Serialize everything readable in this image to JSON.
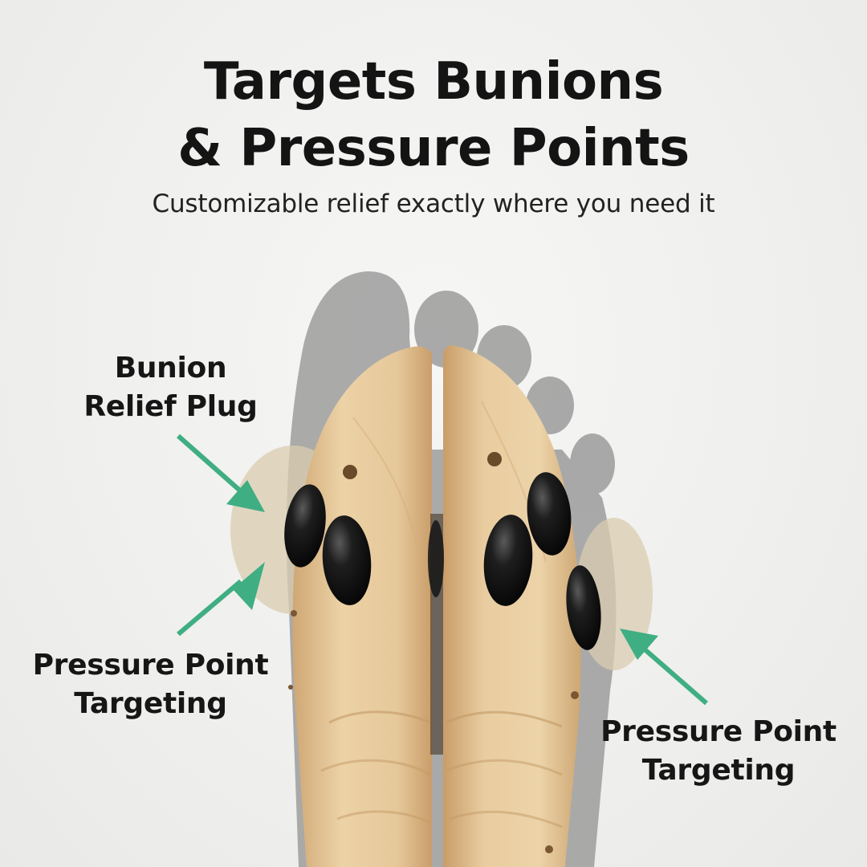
{
  "headline": {
    "line1": "Targets Bunions",
    "line2": "& Pressure Points"
  },
  "subtitle": "Customizable relief exactly where you need it",
  "callouts": {
    "bunion": {
      "line1": "Bunion",
      "line2": "Relief Plug"
    },
    "pressure_left": {
      "line1": "Pressure Point",
      "line2": "Targeting"
    },
    "pressure_right": {
      "line1": "Pressure Point",
      "line2": "Targeting"
    }
  },
  "colors": {
    "background": "#f1f1ef",
    "text": "#141414",
    "arrow": "#3fae82",
    "wood": "#e3c394",
    "plug": "#141414",
    "foot_silhouette": "#9a9a9a",
    "highlight": "#d8cdb4"
  },
  "icons": {
    "arrow": "arrow-icon",
    "plug": "relief-plug-icon",
    "foot": "foot-silhouette-icon"
  }
}
